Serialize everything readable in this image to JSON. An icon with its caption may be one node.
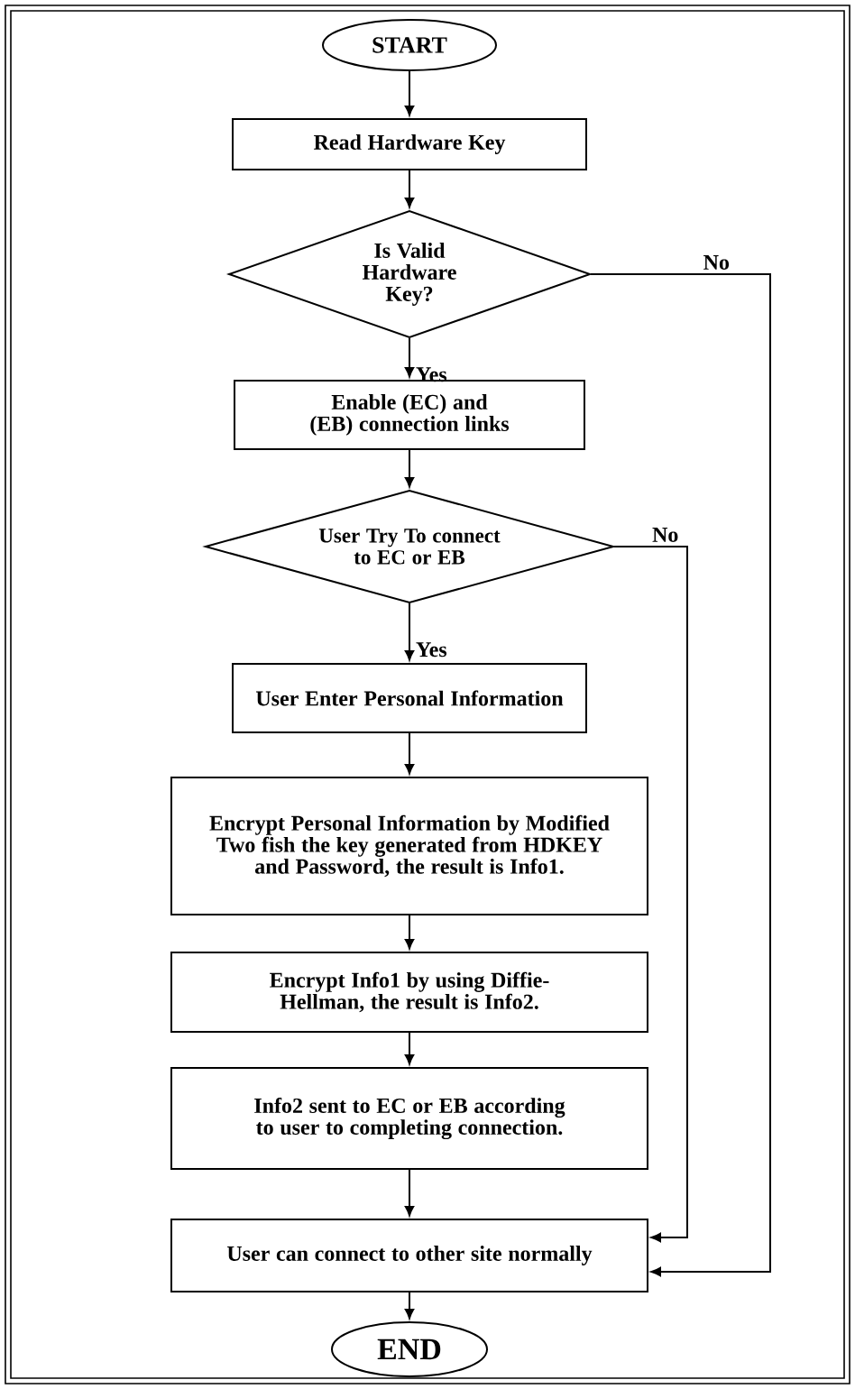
{
  "diagram": {
    "nodes": [
      {
        "text": [
          "START"
        ]
      },
      {
        "text": [
          "Read Hardware Key"
        ]
      },
      {
        "text": [
          "Is Valid Hardware Key?"
        ]
      },
      {
        "text": [
          "Enable (EC) and (EB) connection links"
        ]
      },
      {
        "text": [
          "User Try To connect to EC or EB"
        ]
      },
      {
        "text": [
          "User Enter Personal Information"
        ]
      },
      {
        "text": [
          "Encrypt Personal Information by Modified Two fish the key generated from HDKEY and Password, the result is Info1."
        ]
      },
      {
        "text": [
          "Encrypt Info1 by using Diffie-Hellman, the result is Info2."
        ]
      },
      {
        "text": [
          "Info2 sent to EC or EB according to user to completing connection."
        ]
      },
      {
        "text": [
          "User can connect to other site normally"
        ]
      },
      {
        "text": [
          "END"
        ]
      }
    ],
    "edges": [
      {
        "from": 0,
        "to": 1,
        "arrow": "to"
      },
      {
        "from": 1,
        "to": 2,
        "arrow": "to"
      },
      {
        "from": 2,
        "to": 3,
        "arrow": "to",
        "label": "Yes"
      },
      {
        "from": 2,
        "to": 9,
        "arrow": "to",
        "label": "No"
      },
      {
        "from": 3,
        "to": 4,
        "arrow": "to"
      },
      {
        "from": 4,
        "to": 5,
        "arrow": "to",
        "label": "Yes"
      },
      {
        "from": 4,
        "to": 9,
        "arrow": "to",
        "label": "No"
      },
      {
        "from": 5,
        "to": 6,
        "arrow": "to"
      },
      {
        "from": 6,
        "to": 7,
        "arrow": "to"
      },
      {
        "from": 7,
        "to": 8,
        "arrow": "to"
      },
      {
        "from": 8,
        "to": 9,
        "arrow": "to"
      },
      {
        "from": 9,
        "to": 10,
        "arrow": "to"
      }
    ]
  }
}
